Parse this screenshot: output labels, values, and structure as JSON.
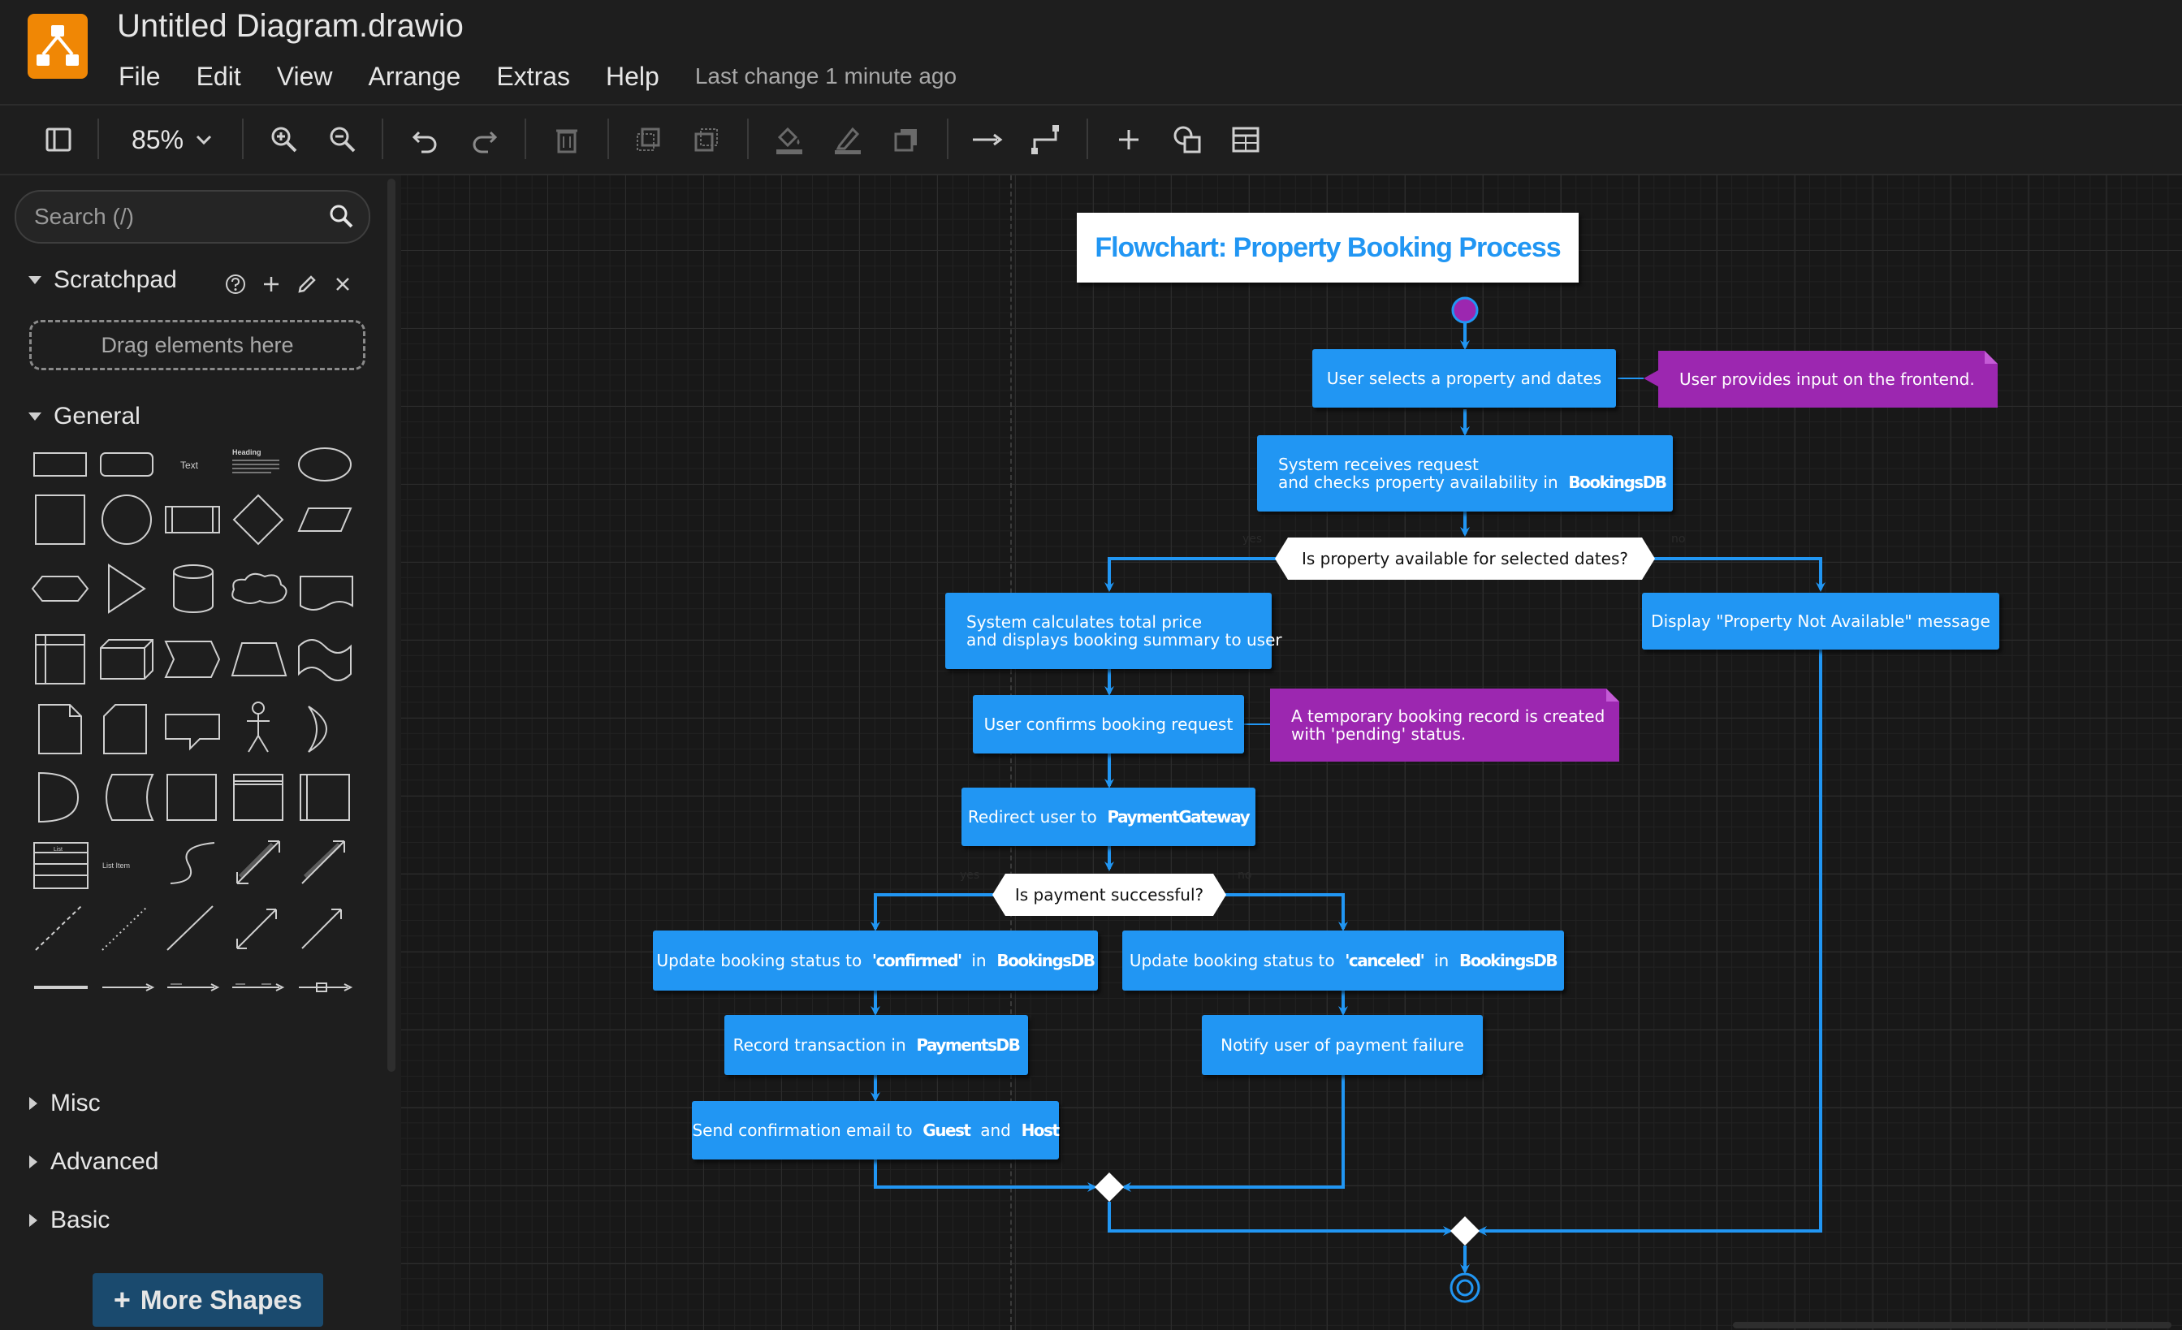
{
  "app": {
    "title": "Untitled Diagram.drawio",
    "menus": [
      "File",
      "Edit",
      "View",
      "Arrange",
      "Extras",
      "Help"
    ],
    "last_change": "Last change 1 minute ago",
    "accent_color": "#f08705"
  },
  "toolbar": {
    "zoom": "85%",
    "icons": [
      "sidebar-toggle-icon",
      "zoom-in-icon",
      "zoom-out-icon",
      "undo-icon",
      "redo-icon",
      "delete-icon",
      "to-front-icon",
      "to-back-icon",
      "fill-color-icon",
      "line-color-icon",
      "shadow-icon",
      "connection-icon",
      "waypoints-icon",
      "insert-icon",
      "shapes-icon",
      "table-icon"
    ]
  },
  "sidebar": {
    "search_placeholder": "Search (/)",
    "scratchpad_label": "Scratchpad",
    "drop_hint": "Drag elements here",
    "general_label": "General",
    "general_text_shape": "Text",
    "general_heading_shape": "Heading",
    "general_list_item_shape": "List Item",
    "general_list_shape": "List",
    "misc_label": "Misc",
    "advanced_label": "Advanced",
    "basic_label": "Basic",
    "more_shapes_label": "More Shapes"
  },
  "diagram": {
    "title": "Flowchart: Property Booking Process",
    "node_color": "#2196f3",
    "note_color": "#9c27b0",
    "start_color": "#9c27b0",
    "nodes": {
      "select_property": "User selects a property and dates",
      "receive_request_line1": "System receives request",
      "receive_request_line2": "and checks property availability in",
      "receive_request_db": "BookingsDB",
      "availability_decision": "Is property available for selected dates?",
      "calc_price_line1": "System calculates total price",
      "calc_price_line2": "and displays booking summary to user",
      "not_available": "Display \"Property Not Available\" message",
      "confirm_booking": "User confirms booking request",
      "redirect_prefix": "Redirect user to",
      "redirect_gateway": "PaymentGateway",
      "payment_decision": "Is payment successful?",
      "update_confirmed_prefix": "Update booking status to",
      "update_confirmed_value": "'confirmed'",
      "update_in": "in",
      "update_db": "BookingsDB",
      "update_canceled_value": "'canceled'",
      "record_prefix": "Record transaction in",
      "record_db": "PaymentsDB",
      "notify_failure": "Notify user of payment failure",
      "email_prefix": "Send confirmation email to",
      "email_guest": "Guest",
      "email_and": "and",
      "email_host": "Host"
    },
    "notes": {
      "frontend_input": "User provides input on the frontend.",
      "temp_record_line1": "A temporary booking record is created",
      "temp_record_line2": "with 'pending' status."
    },
    "edge_labels": {
      "yes": "yes",
      "no": "no"
    }
  }
}
